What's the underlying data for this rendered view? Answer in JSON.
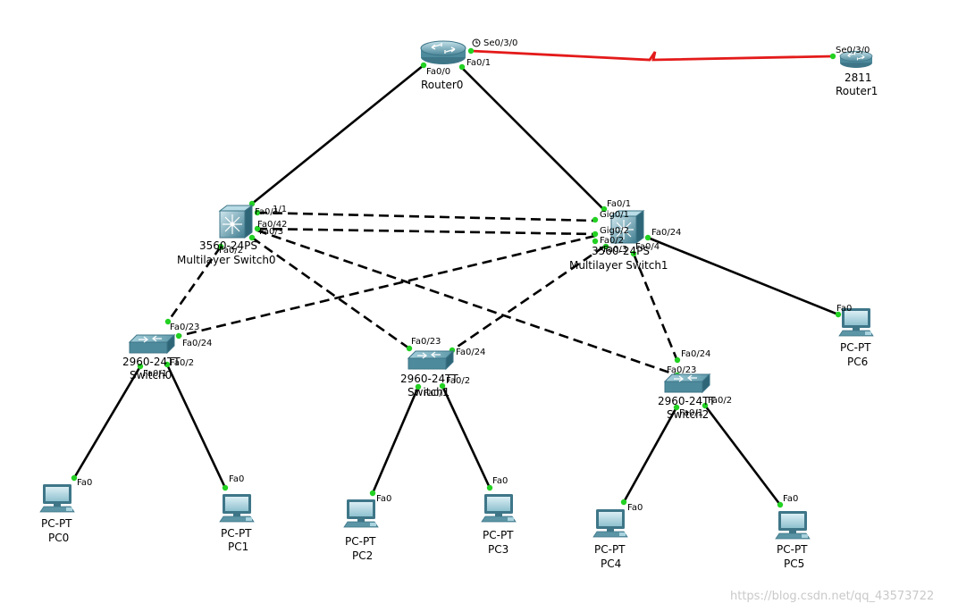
{
  "colors": {
    "ethernet_cable": "#000000",
    "serial_cable": "#e41a1a",
    "link_up": "#22d122",
    "device_body": "#4f8a9c",
    "device_light": "#a9d3de"
  },
  "devices": {
    "router0": {
      "name": "Router0",
      "model": "",
      "icon": "router-icon",
      "ports": {
        "fa0_0": "Fa0/0",
        "fa0_1": "Fa0/1",
        "se": "Se0/3/0"
      }
    },
    "router1": {
      "name": "Router1",
      "model": "2811",
      "icon": "router-icon",
      "ports": {
        "se": "Se0/3/0"
      }
    },
    "mls0": {
      "name": "Multilayer Switch0",
      "model": "3560-24PS",
      "icon": "multilayer-switch-icon",
      "ports": {
        "fa0_1": "Fa0/1",
        "fa0_1b": "1/1",
        "fa0_2": "Fa0/2",
        "fa0_42": "Fa0/42",
        "fa0_3": "Fa0/3"
      }
    },
    "mls1": {
      "name": "Multilayer Switch1",
      "model": "3560-24PS",
      "icon": "multilayer-switch-icon",
      "ports": {
        "fa0_1": "Fa0/1",
        "gig0_1": "Gig0/1",
        "gig0_2": "Gig0/2",
        "fa0_2": "Fa0/2",
        "fa0_3": "Fa0/3",
        "fa0_4": "Fa0/4",
        "fa0_24": "Fa0/24"
      }
    },
    "switch0": {
      "name": "Switch0",
      "model": "2960-24TT",
      "icon": "switch-icon",
      "ports": {
        "fa0_23": "Fa0/23",
        "fa0_24": "Fa0/24",
        "fa0_1": "Fa0/1",
        "fa0_2": "Fa0/2"
      }
    },
    "switch1": {
      "name": "Switch1",
      "model": "2960-24TT",
      "icon": "switch-icon",
      "ports": {
        "fa0_23": "Fa0/23",
        "fa0_24": "Fa0/24",
        "fa0_1": "Fa0/1",
        "fa0_2": "Fa0/2"
      }
    },
    "switch2": {
      "name": "Switch2",
      "model": "2960-24TT",
      "icon": "switch-icon",
      "ports": {
        "fa0_23": "Fa0/23",
        "fa0_24": "Fa0/24",
        "fa0_1": "Fa0/1",
        "fa0_2": "Fa0/2"
      }
    },
    "pc0": {
      "name": "PC0",
      "model": "PC-PT",
      "icon": "pc-icon",
      "port": "Fa0"
    },
    "pc1": {
      "name": "PC1",
      "model": "PC-PT",
      "icon": "pc-icon",
      "port": "Fa0"
    },
    "pc2": {
      "name": "PC2",
      "model": "PC-PT",
      "icon": "pc-icon",
      "port": "Fa0"
    },
    "pc3": {
      "name": "PC3",
      "model": "PC-PT",
      "icon": "pc-icon",
      "port": "Fa0"
    },
    "pc4": {
      "name": "PC4",
      "model": "PC-PT",
      "icon": "pc-icon",
      "port": "Fa0"
    },
    "pc5": {
      "name": "PC5",
      "model": "PC-PT",
      "icon": "pc-icon",
      "port": "Fa0"
    },
    "pc6": {
      "name": "PC6",
      "model": "PC-PT",
      "icon": "pc-icon",
      "port": "Fa0"
    }
  },
  "links": [
    {
      "from": "router0",
      "to": "router1",
      "type": "serial",
      "from_port": "Se0/3/0",
      "to_port": "Se0/3/0"
    },
    {
      "from": "router0",
      "to": "mls0",
      "type": "straight",
      "from_port": "Fa0/0",
      "to_port": "Fa0/1"
    },
    {
      "from": "router0",
      "to": "mls1",
      "type": "straight",
      "from_port": "Fa0/1",
      "to_port": "Fa0/1"
    },
    {
      "from": "mls0",
      "to": "mls1",
      "type": "crossover",
      "from_port": "Fa0/1",
      "to_port": "Gig0/1"
    },
    {
      "from": "mls0",
      "to": "mls1",
      "type": "crossover",
      "from_port": "Fa0/3",
      "to_port": "Gig0/2"
    },
    {
      "from": "mls0",
      "to": "switch0",
      "type": "crossover",
      "from_port": "Fa0/2",
      "to_port": "Fa0/23"
    },
    {
      "from": "mls0",
      "to": "switch1",
      "type": "crossover",
      "from_port": "Fa0/3",
      "to_port": "Fa0/23"
    },
    {
      "from": "mls0",
      "to": "switch2",
      "type": "crossover",
      "from_port": "Fa0/4",
      "to_port": "Fa0/23"
    },
    {
      "from": "mls1",
      "to": "switch0",
      "type": "crossover",
      "from_port": "Fa0/2",
      "to_port": "Fa0/24"
    },
    {
      "from": "mls1",
      "to": "switch1",
      "type": "crossover",
      "from_port": "Fa0/3",
      "to_port": "Fa0/24"
    },
    {
      "from": "mls1",
      "to": "switch2",
      "type": "crossover",
      "from_port": "Fa0/4",
      "to_port": "Fa0/24"
    },
    {
      "from": "mls1",
      "to": "pc6",
      "type": "straight",
      "from_port": "Fa0/24",
      "to_port": "Fa0"
    },
    {
      "from": "switch0",
      "to": "pc0",
      "type": "straight",
      "from_port": "Fa0/1",
      "to_port": "Fa0"
    },
    {
      "from": "switch0",
      "to": "pc1",
      "type": "straight",
      "from_port": "Fa0/2",
      "to_port": "Fa0"
    },
    {
      "from": "switch1",
      "to": "pc2",
      "type": "straight",
      "from_port": "Fa0/1",
      "to_port": "Fa0"
    },
    {
      "from": "switch1",
      "to": "pc3",
      "type": "straight",
      "from_port": "Fa0/2",
      "to_port": "Fa0"
    },
    {
      "from": "switch2",
      "to": "pc4",
      "type": "straight",
      "from_port": "Fa0/1",
      "to_port": "Fa0"
    },
    {
      "from": "switch2",
      "to": "pc5",
      "type": "straight",
      "from_port": "Fa0/2",
      "to_port": "Fa0"
    }
  ],
  "watermark": "https://blog.csdn.net/qq_43573722"
}
